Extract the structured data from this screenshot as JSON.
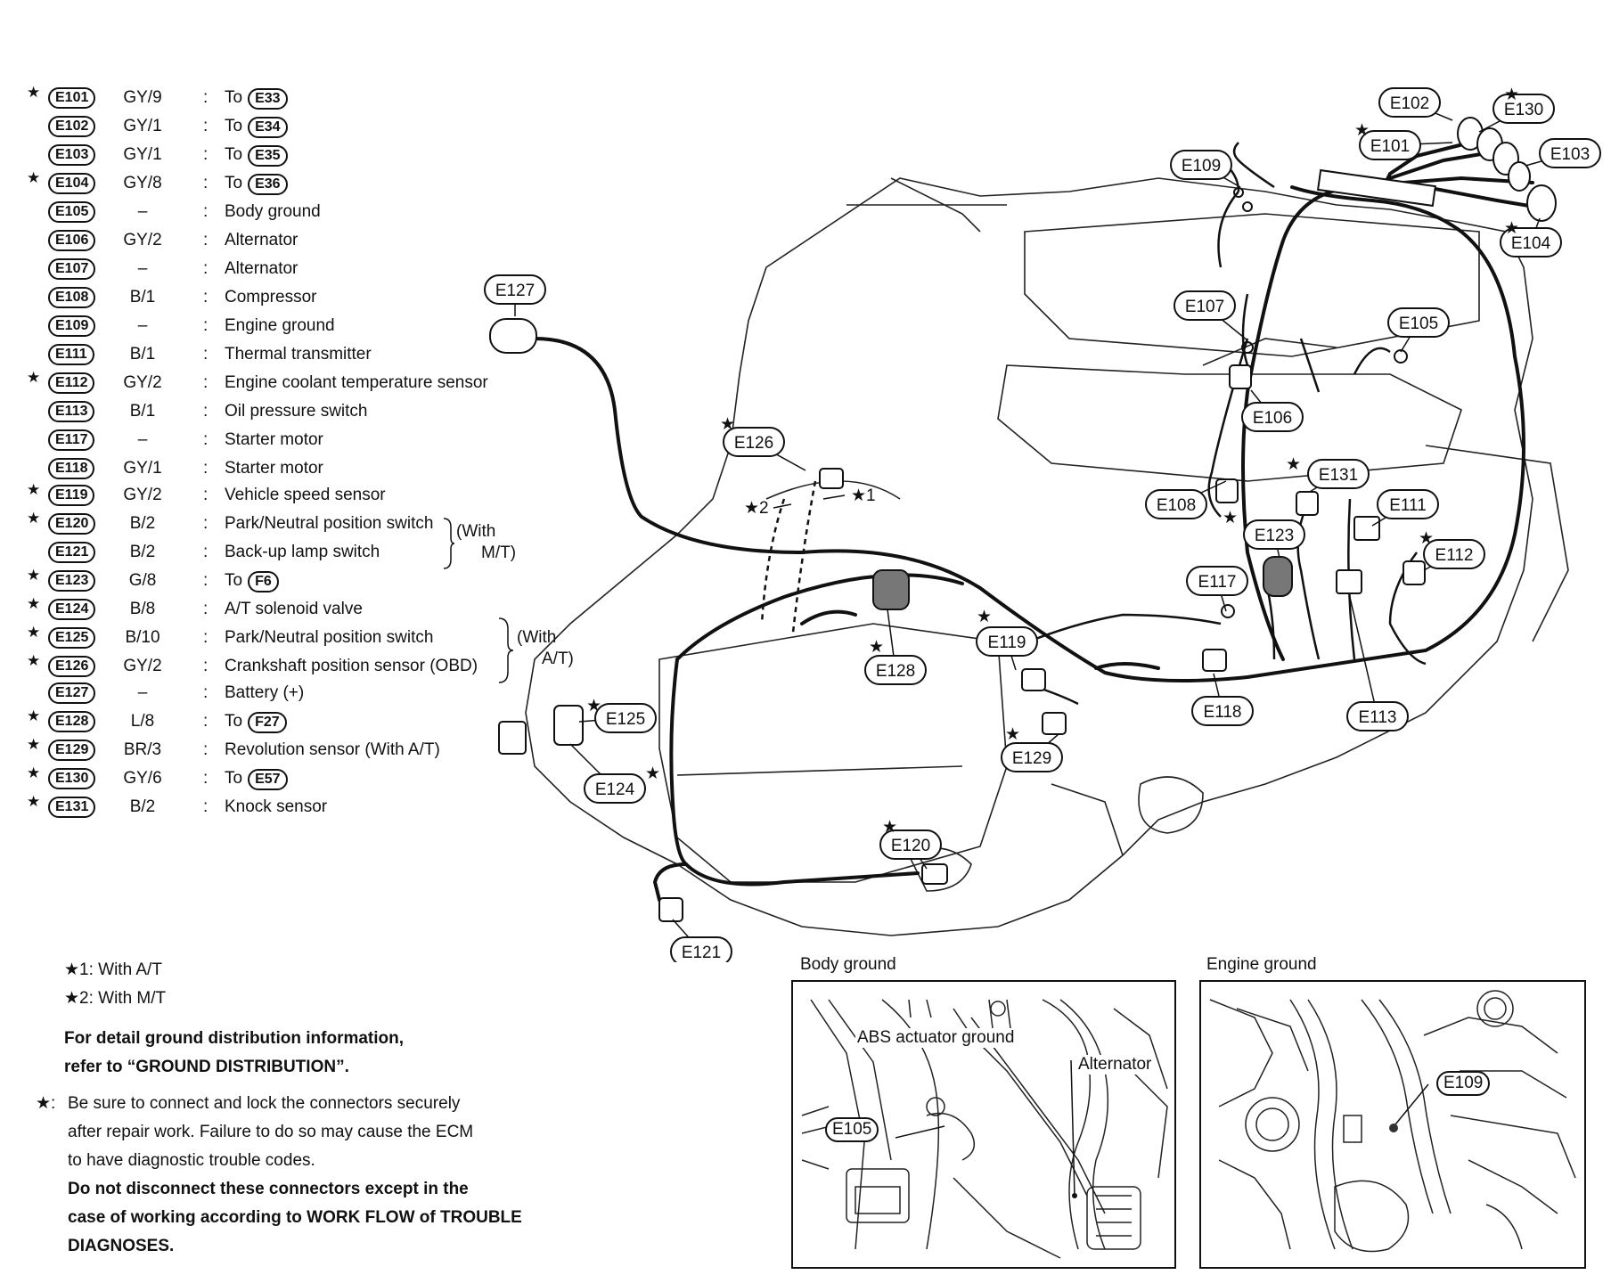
{
  "legend": [
    {
      "star": true,
      "code": "E101",
      "wire": "GY/9",
      "to": "E33"
    },
    {
      "star": false,
      "code": "E102",
      "wire": "GY/1",
      "to": "E34"
    },
    {
      "star": false,
      "code": "E103",
      "wire": "GY/1",
      "to": "E35"
    },
    {
      "star": true,
      "code": "E104",
      "wire": "GY/8",
      "to": "E36"
    },
    {
      "star": false,
      "code": "E105",
      "wire": "–",
      "desc": "Body ground"
    },
    {
      "star": false,
      "code": "E106",
      "wire": "GY/2",
      "desc": "Alternator"
    },
    {
      "star": false,
      "code": "E107",
      "wire": "–",
      "desc": "Alternator"
    },
    {
      "star": false,
      "code": "E108",
      "wire": "B/1",
      "desc": "Compressor"
    },
    {
      "star": false,
      "code": "E109",
      "wire": "–",
      "desc": "Engine ground"
    },
    {
      "star": false,
      "code": "E111",
      "wire": "B/1",
      "desc": "Thermal transmitter"
    },
    {
      "star": true,
      "code": "E112",
      "wire": "GY/2",
      "desc": "Engine coolant temperature sensor"
    },
    {
      "star": false,
      "code": "E113",
      "wire": "B/1",
      "desc": "Oil pressure switch"
    },
    {
      "star": false,
      "code": "E117",
      "wire": "–",
      "desc": "Starter motor"
    },
    {
      "star": false,
      "code": "E118",
      "wire": "GY/1",
      "desc": "Starter motor"
    },
    {
      "star": true,
      "code": "E119",
      "wire": "GY/2",
      "desc": "Vehicle speed sensor"
    },
    {
      "star": true,
      "code": "E120",
      "wire": "B/2",
      "desc": "Park/Neutral position switch"
    },
    {
      "star": false,
      "code": "E121",
      "wire": "B/2",
      "desc": "Back-up lamp switch"
    },
    {
      "star": true,
      "code": "E123",
      "wire": "G/8",
      "to": "F6"
    },
    {
      "star": true,
      "code": "E124",
      "wire": "B/8",
      "desc": "A/T solenoid valve"
    },
    {
      "star": true,
      "code": "E125",
      "wire": "B/10",
      "desc": "Park/Neutral position switch"
    },
    {
      "star": true,
      "code": "E126",
      "wire": "GY/2",
      "desc": "Crankshaft position sensor (OBD)"
    },
    {
      "star": false,
      "code": "E127",
      "wire": "–",
      "desc": "Battery (+)"
    },
    {
      "star": true,
      "code": "E128",
      "wire": "L/8",
      "to": "F27"
    },
    {
      "star": true,
      "code": "E129",
      "wire": "BR/3",
      "desc": "Revolution sensor (With A/T)"
    },
    {
      "star": true,
      "code": "E130",
      "wire": "GY/6",
      "to": "E57"
    },
    {
      "star": true,
      "code": "E131",
      "wire": "B/2",
      "desc": "Knock sensor"
    }
  ],
  "labels": {
    "to": "To",
    "colon": ":",
    "star": "★",
    "with_mt_line1": "(With",
    "with_mt_line2": "M/T)",
    "with_at_line1": "(With",
    "with_at_line2": "A/T)"
  },
  "footnotes": {
    "note1": "★1: With A/T",
    "note2": "★2: With M/T",
    "ground_line1": "For detail ground distribution information,",
    "ground_line2": "refer to “GROUND DISTRIBUTION”.",
    "caution_star": "★:",
    "caution_line1": "Be sure to connect and lock the connectors securely",
    "caution_line2": "after repair work. Failure to do so may cause the ECM",
    "caution_line3": "to have diagnostic trouble codes.",
    "warn_line1": "Do not disconnect these connectors except in the",
    "warn_line2": "case of working according to WORK FLOW of TROUBLE",
    "warn_line3": "DIAGNOSES."
  },
  "diagram": {
    "callouts": [
      "E102",
      "E130",
      "E101",
      "E103",
      "E109",
      "E104",
      "E127",
      "E107",
      "E105",
      "E106",
      "E126",
      "E131",
      "E108",
      "E111",
      "E123",
      "E112",
      "E117",
      "E119",
      "E128",
      "E125",
      "E118",
      "E113",
      "E124",
      "E129",
      "E120",
      "E121"
    ],
    "star1": "★1",
    "star2": "★2"
  },
  "panels": {
    "body_title": "Body ground",
    "engine_title": "Engine ground",
    "abs_label": "ABS actuator ground",
    "alternator_label": "Alternator",
    "body_code": "E105",
    "engine_code": "E109"
  }
}
